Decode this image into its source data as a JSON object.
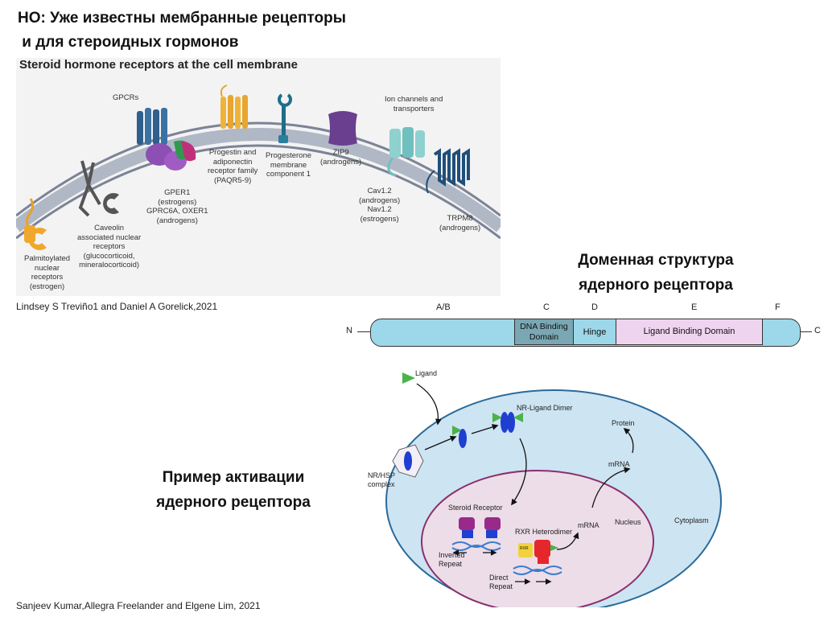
{
  "slide": {
    "title_line1": "НО: Уже известны мембранные рецепторы",
    "title_line2": " и для стероидных гормонов",
    "citation_top": "Lindsey S Treviño1 and Daniel A Gorelick,2021",
    "citation_bottom": "Sanjeev Kumar,Allegra Freelander and Elgene Lim, 2021",
    "heading_domain_line1": "Доменная структура",
    "heading_domain_line2": "ядерного рецептора",
    "heading_activation_line1": "Пример активации",
    "heading_activation_line2": "ядерного рецептора"
  },
  "membrane_figure": {
    "title": "Steroid hormone receptors at the cell membrane",
    "labels": {
      "gpcrs": "GPCRs",
      "ion_channels": "Ion channels and\ntransporters",
      "progestin": "Progestin and\nadiponectin\nreceptor family\n(PAQR5-9)",
      "pgrmc1": "Progesterone\nmembrane\ncomponent 1",
      "zip9": "ZIP9\n(androgens)",
      "gper1": "GPER1\n(estrogens)\nGPRC6A, OXER1\n(androgens)",
      "cav": "Cav1.2\n(androgens)\nNav1.2\n(estrogens)",
      "trpm8": "TRPM8\n(androgens)",
      "caveolin": "Caveolin\nassociated nuclear\nreceptors\n(glucocorticoid,\nmineralocorticoid)",
      "palmitoylated": "Palmitoylated\nnuclear\nreceptors\n(estrogen)"
    }
  },
  "domain_figure": {
    "letters": [
      "A/B",
      "C",
      "D",
      "E",
      "F"
    ],
    "n_terminus": "N",
    "c_terminus": "C",
    "dna_binding_line1": "DNA Binding",
    "dna_binding_line2": "Domain",
    "hinge": "Hinge",
    "ligand_binding": "Ligand Binding Domain"
  },
  "activation_figure": {
    "ligand": "Ligand",
    "nr_ligand_dimer": "NR-Ligand Dimer",
    "protein": "Protein",
    "mrna_cyto": "mRNA",
    "nr_hsp": "NR/HSP\ncomplex",
    "steroid_receptor": "Steroid Receptor",
    "rxr_heterodimer": "RXR Heterodimer",
    "mrna_nuc": "mRNA",
    "nucleus": "Nucleus",
    "cytoplasm": "Cytoplasm",
    "inverted_repeat": "Inverted\nRepeat",
    "direct_repeat": "Direct\nRepeat",
    "rxr": "RXR"
  },
  "colors": {
    "cell_fill": "#cde4f2",
    "cell_stroke": "#2a6a9a",
    "nucleus_fill": "#ecdde8",
    "nucleus_stroke": "#8a2f6c",
    "domain_bar": "#9dd8ea",
    "dbd": "#7aa7b3",
    "lbd": "#efd4ef"
  }
}
